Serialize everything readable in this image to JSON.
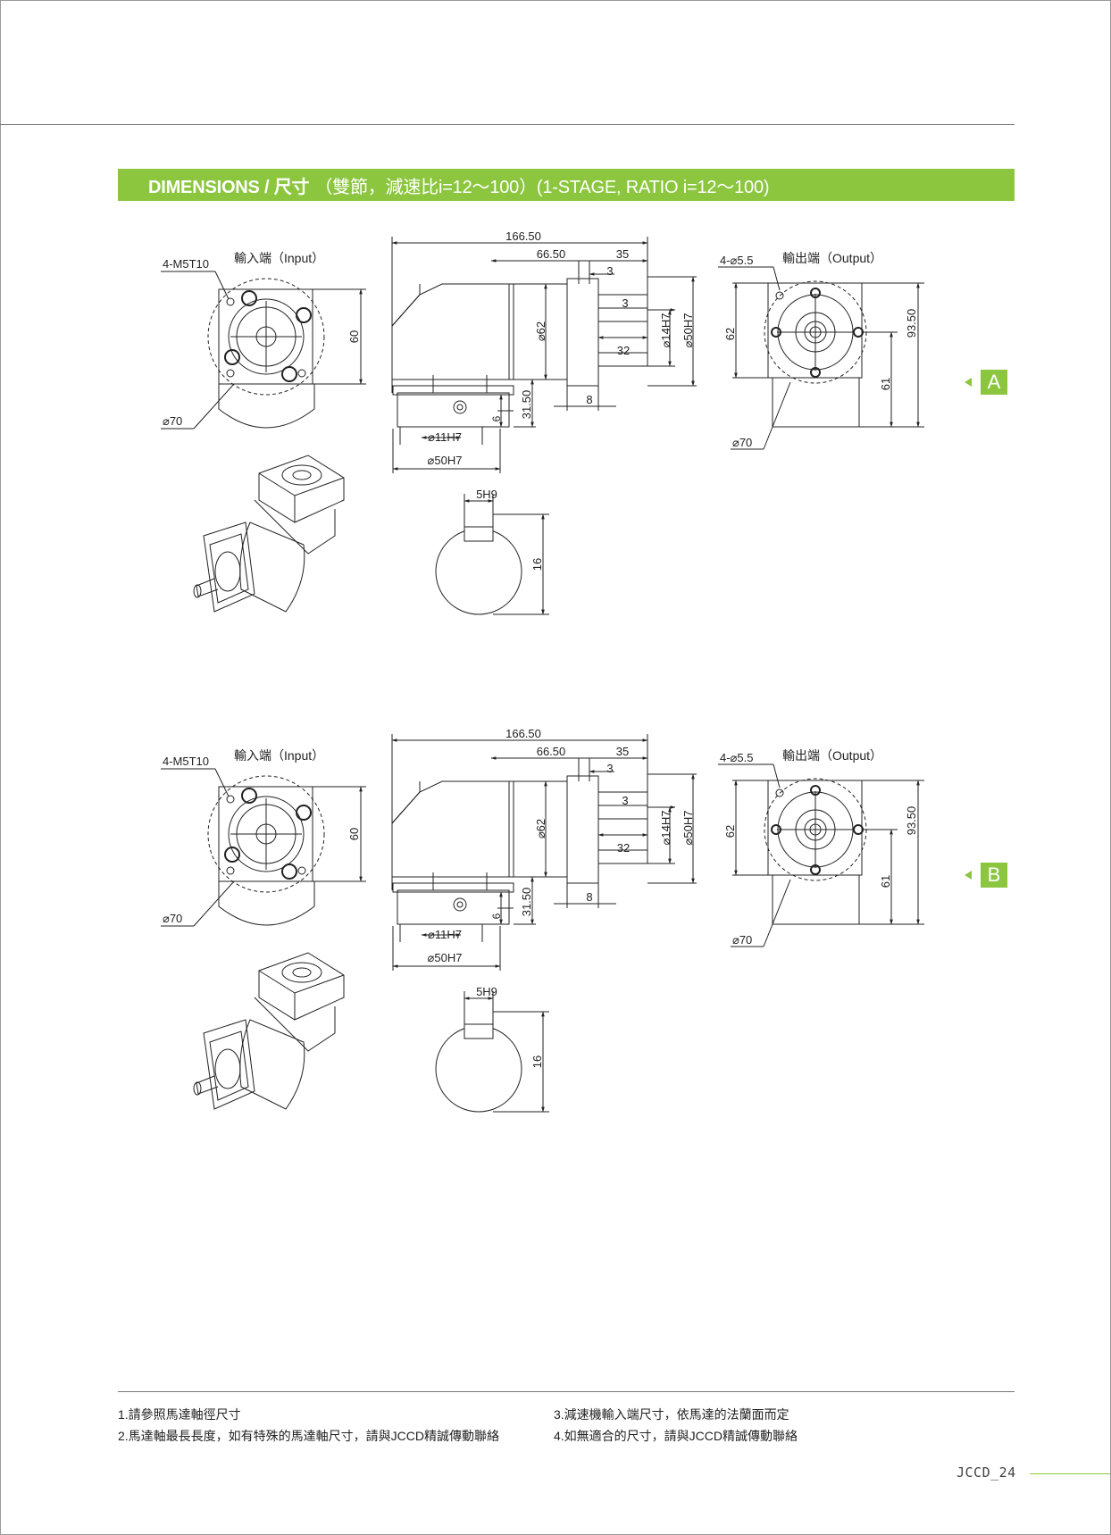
{
  "header": {
    "title_bold": "DIMENSIONS / 尺寸",
    "title_rest": "（雙節，減速比i=12～100）(1-STAGE, RATIO i=12～100)"
  },
  "drawings": [
    {
      "marker": "A",
      "input_label": "輸入端（Input）",
      "output_label": "輸出端（Output）",
      "dims": {
        "bolt_input": "4-M5T10",
        "pcd_input": "⌀70",
        "input_height": "60",
        "total_length": "166.50",
        "body_length": "66.50",
        "shaft_length": "35",
        "step_3a": "3",
        "step_3b": "3",
        "shaft_32": "32",
        "flange_8": "8",
        "phi62": "⌀62",
        "phi14": "⌀14H7",
        "phi50_out": "⌀50H7",
        "h31": "31.50",
        "h6": "6",
        "phi11": "⌀11H7",
        "phi50_in": "⌀50H7",
        "key_width": "5H9",
        "key_height": "16",
        "bolt_output": "4-⌀5.5",
        "out_62": "62",
        "out_61": "61",
        "out_93": "93.50",
        "pcd_output": "⌀70"
      }
    },
    {
      "marker": "B",
      "input_label": "輸入端（Input）",
      "output_label": "輸出端（Output）",
      "dims": {
        "bolt_input": "4-M5T10",
        "pcd_input": "⌀70",
        "input_height": "60",
        "total_length": "166.50",
        "body_length": "66.50",
        "shaft_length": "35",
        "step_3a": "3",
        "step_3b": "3",
        "shaft_32": "32",
        "flange_8": "8",
        "phi62": "⌀62",
        "phi14": "⌀14H7",
        "phi50_out": "⌀50H7",
        "h31": "31.50",
        "h6": "6",
        "phi11": "⌀11H7",
        "phi50_in": "⌀50H7",
        "key_width": "5H9",
        "key_height": "16",
        "bolt_output": "4-⌀5.5",
        "out_62": "62",
        "out_61": "61",
        "out_93": "93.50",
        "pcd_output": "⌀70"
      }
    }
  ],
  "notes": [
    "1.請參照馬達軸徑尺寸",
    "2.馬達軸最長長度，如有特殊的馬達軸尺寸，請與JCCD精誠傳動聯絡",
    "3.減速機輸入端尺寸，依馬達的法蘭面而定",
    "4.如無適合的尺寸，請與JCCD精誠傳動聯絡"
  ],
  "page_number": "JCCD_24",
  "colors": {
    "accent": "#8cc63f",
    "line": "#222222"
  }
}
